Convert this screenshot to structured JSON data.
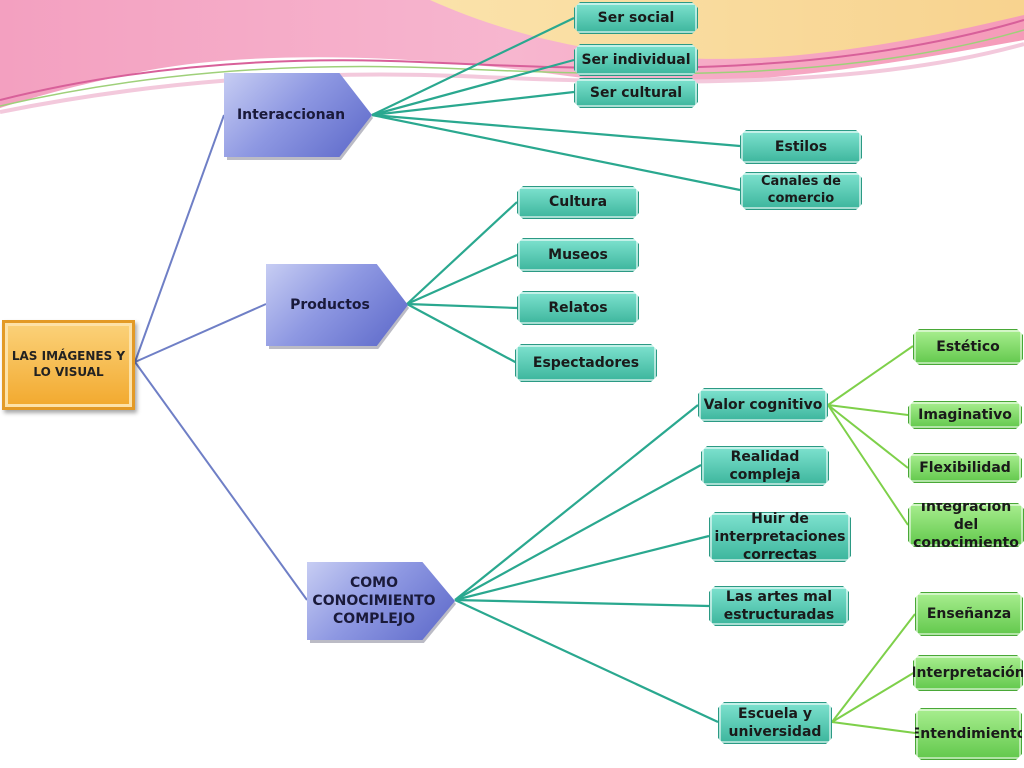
{
  "diagram": {
    "root": "LAS IMÁGENES Y LO VISUAL",
    "branches": {
      "interaccionan": {
        "label": "Interaccionan",
        "items": [
          "Ser social",
          "Ser  individual",
          "Ser cultural",
          "Estilos",
          "Canales de comercio"
        ]
      },
      "productos": {
        "label": "Productos",
        "items": [
          "Cultura",
          "Museos",
          "Relatos",
          "Espectadores"
        ]
      },
      "conocimiento": {
        "label": "COMO CONOCIMIENTO COMPLEJO",
        "items": [
          "Valor cognitivo",
          "Realidad compleja",
          "Huir de interpretaciones correctas",
          "Las artes mal estructuradas",
          "Escuela y universidad"
        ]
      }
    },
    "valor_cognitivo": [
      "Estético",
      "Imaginativo",
      "Flexibilidad",
      "Integración del conocimiento"
    ],
    "escuela": [
      "Enseñanza",
      "Interpretación",
      "Entendimiento"
    ]
  },
  "colors": {
    "root": "#f2a92e",
    "branch": "#6a75d2",
    "teal": "#3cb59c",
    "green": "#62c84c",
    "blue_line": "#6f7fc6",
    "teal_line": "#2aa88f",
    "green_line": "#7ed04a"
  }
}
